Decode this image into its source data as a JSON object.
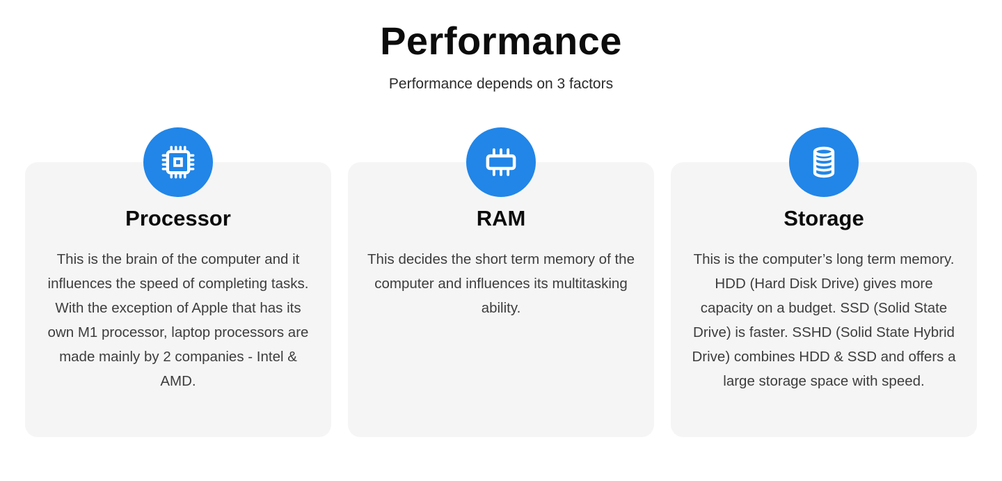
{
  "page": {
    "title": "Performance",
    "subtitle": "Performance depends on 3 factors"
  },
  "colors": {
    "accent_blue": "#2186E8",
    "card_background": "#F5F5F6",
    "heading_text": "#0C0C0C",
    "body_text": "#3D3D3D"
  },
  "cards": [
    {
      "icon": "chip-icon",
      "title": "Processor",
      "body": "This is the brain of the computer and it influences the speed of completing tasks. With the exception of Apple that has its own M1 processor, laptop processors are made mainly by 2 companies - Intel & AMD."
    },
    {
      "icon": "ram-icon",
      "title": "RAM",
      "body": "This decides the short term memory of the computer and influences its multitasking ability."
    },
    {
      "icon": "database-icon",
      "title": "Storage",
      "body": "This is the computer’s long term memory. HDD (Hard Disk Drive) gives more capacity on a budget. SSD (Solid State Drive) is faster. SSHD (Solid State Hybrid Drive) combines HDD & SSD and offers a large storage space with speed."
    }
  ]
}
